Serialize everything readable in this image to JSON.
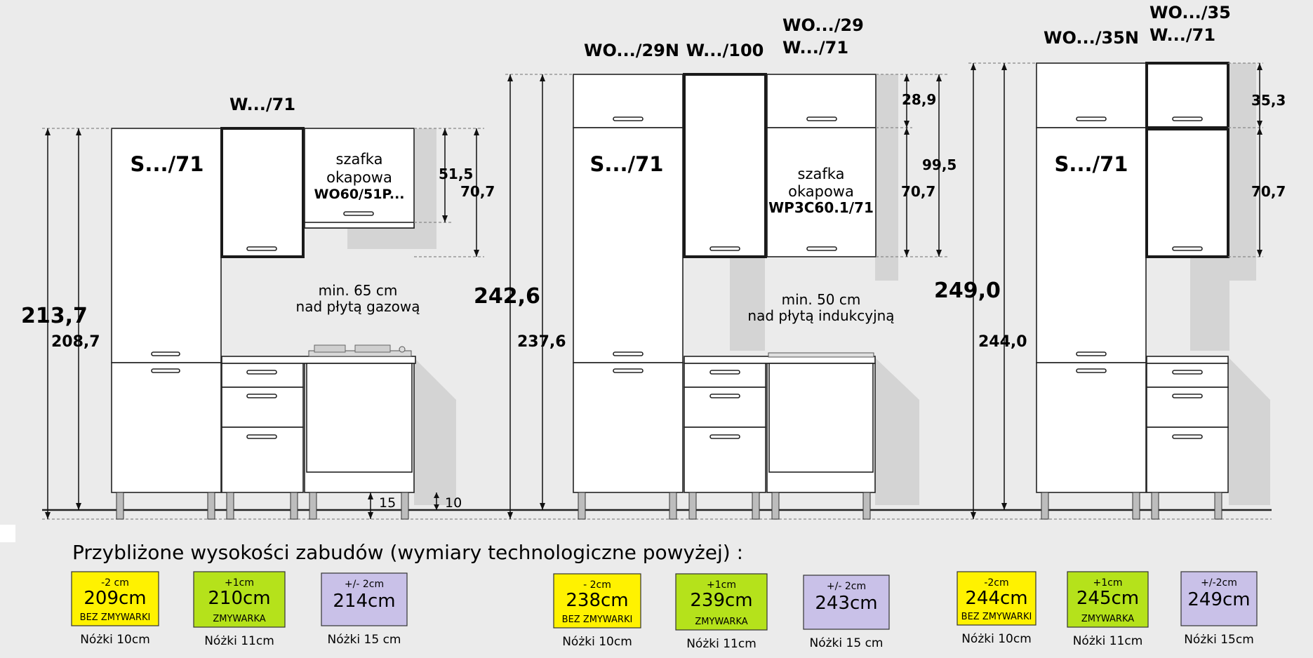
{
  "section1": {
    "top_label": "W.../71",
    "tall_label": "S.../71",
    "hood": {
      "line1": "szafka",
      "line2": "okapowa",
      "model": "WO60/51P..."
    },
    "dim_51": "51,5",
    "dim_70": "70,7",
    "note_line1": "min. 65 cm",
    "note_line2": "nad płytą gazową",
    "total_outer": "213,7",
    "total_inner": "208,7",
    "leg_15": "15",
    "leg_10": "10"
  },
  "section2": {
    "label_a": "WO.../29N",
    "label_b": "W.../100",
    "label_c1": "WO.../29",
    "label_c2": "W.../71",
    "tall_label": "S.../71",
    "hood": {
      "line1": "szafka",
      "line2": "okapowa",
      "model": "WP3C60.1/71"
    },
    "dim_289": "28,9",
    "dim_995": "99,5",
    "dim_707": "70,7",
    "note_line1": "min. 50 cm",
    "note_line2": "nad płytą indukcyjną",
    "total_outer": "242,6",
    "total_inner": "237,6"
  },
  "section3": {
    "label_a": "WO.../35N",
    "label_b1": "WO.../35",
    "label_b2": "W.../71",
    "tall_label": "S.../71",
    "dim_353": "35,3",
    "dim_707": "70,7",
    "total_outer": "249,0",
    "total_inner": "244,0"
  },
  "footer_title": "Przybliżone wysokości zabudów (wymiary technologiczne powyżej) :",
  "colors": {
    "yellow": "#fff200",
    "green": "#b5e21b",
    "purple": "#c9c1e8"
  },
  "badges": [
    {
      "delta": "-2 cm",
      "value": "209cm",
      "tag": "BEZ ZMYWARKI",
      "legs": "Nóżki 10cm",
      "color": "yellow"
    },
    {
      "delta": "+1cm",
      "value": "210cm",
      "tag": "ZMYWARKA",
      "legs": "Nóżki 11cm",
      "color": "green"
    },
    {
      "delta": "+/- 2cm",
      "value": "214cm",
      "tag": "",
      "legs": "Nóżki 15 cm",
      "color": "purple"
    },
    {
      "delta": "- 2cm",
      "value": "238cm",
      "tag": "BEZ ZMYWARKI",
      "legs": "Nóżki 10cm",
      "color": "yellow"
    },
    {
      "delta": "+1cm",
      "value": "239cm",
      "tag": "ZMYWARKA",
      "legs": "Nóżki 11cm",
      "color": "green"
    },
    {
      "delta": "+/- 2cm",
      "value": "243cm",
      "tag": "",
      "legs": "Nóżki 15 cm",
      "color": "purple"
    },
    {
      "delta": "-2cm",
      "value": "244cm",
      "tag": "BEZ ZMYWARKI",
      "legs": "Nóżki 10cm",
      "color": "yellow"
    },
    {
      "delta": "+1cm",
      "value": "245cm",
      "tag": "ZMYWARKA",
      "legs": "Nóżki 11cm",
      "color": "green"
    },
    {
      "delta": "+/-2cm",
      "value": "249cm",
      "tag": "",
      "legs": "Nóżki 15cm",
      "color": "purple"
    }
  ]
}
